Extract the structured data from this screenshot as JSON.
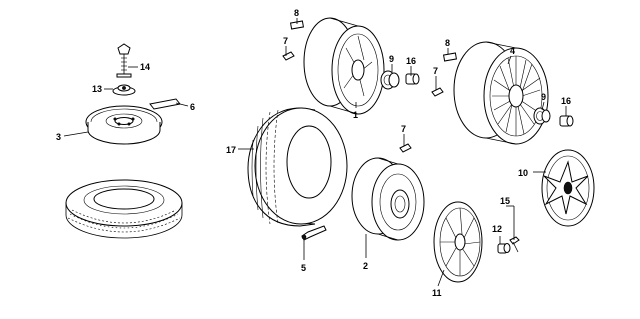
{
  "diagram": {
    "callouts": {
      "c1": "1",
      "c2": "2",
      "c3": "3",
      "c4": "4",
      "c5": "5",
      "c6": "6",
      "c7a": "7",
      "c7b": "7",
      "c7c": "7",
      "c8a": "8",
      "c8b": "8",
      "c9a": "9",
      "c9b": "9",
      "c10": "10",
      "c11": "11",
      "c12": "12",
      "c13": "13",
      "c14": "14",
      "c15": "15",
      "c16a": "16",
      "c16b": "16",
      "c17": "17"
    }
  }
}
